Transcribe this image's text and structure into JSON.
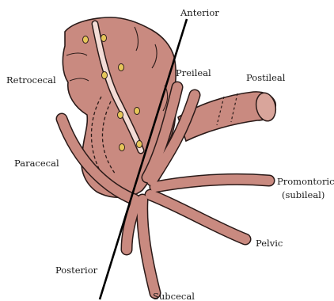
{
  "colors": {
    "tissue_fill": "#c98a80",
    "tissue_stroke": "#2a1a18",
    "taenia": "#f3dcd6",
    "dots": "#e6c65a",
    "axis": "#000000"
  },
  "labels": {
    "anterior": "Anterior",
    "preileal": "Preileal",
    "postileal": "Postileal",
    "retrocecal": "Retrocecal",
    "paracecal": "Paracecal",
    "promontoric": "Promontoric",
    "subileal": "(subileal)",
    "pelvic": "Pelvic",
    "posterior": "Posterior",
    "subcecal": "Subcecal"
  }
}
